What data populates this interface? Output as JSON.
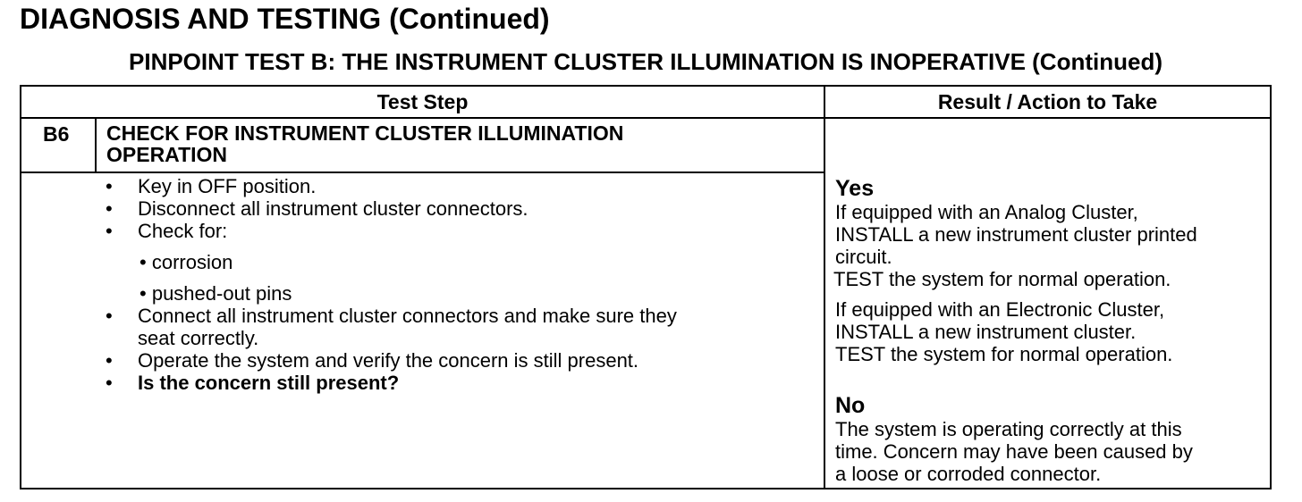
{
  "header": {
    "title": "DIAGNOSIS AND TESTING (Continued)",
    "test_title": "PINPOINT TEST  B: THE INSTRUMENT CLUSTER ILLUMINATION IS INOPERATIVE (Continued)"
  },
  "table": {
    "col_headers": {
      "test_step": "Test Step",
      "result_action": "Result / Action to Take"
    },
    "step": {
      "id": "B6",
      "title_line1": "CHECK FOR INSTRUMENT CLUSTER ILLUMINATION",
      "title_line2": "OPERATION",
      "bullet_glyph": "•",
      "sub_bullet_glyph": "•",
      "instructions": [
        "Key in OFF position.",
        "Disconnect all instrument cluster connectors.",
        "Check for:",
        "Connect all instrument cluster connectors and make sure they",
        "seat correctly.",
        "Operate the system and verify the concern is still present.",
        "Is the concern still present?"
      ],
      "sub_items": [
        "corrosion",
        "pushed-out pins"
      ]
    },
    "results": {
      "yes": {
        "label": "Yes",
        "lines": [
          "If equipped with an Analog Cluster,",
          "INSTALL a new instrument cluster printed",
          "circuit.",
          "TEST the system for normal operation.",
          "If equipped with an Electronic Cluster,",
          "INSTALL a new instrument cluster.",
          "TEST the system for normal operation."
        ]
      },
      "no": {
        "label": "No",
        "lines": [
          "The system is operating correctly at this",
          "time. Concern may have been caused by",
          "a loose or corroded connector."
        ]
      }
    }
  }
}
